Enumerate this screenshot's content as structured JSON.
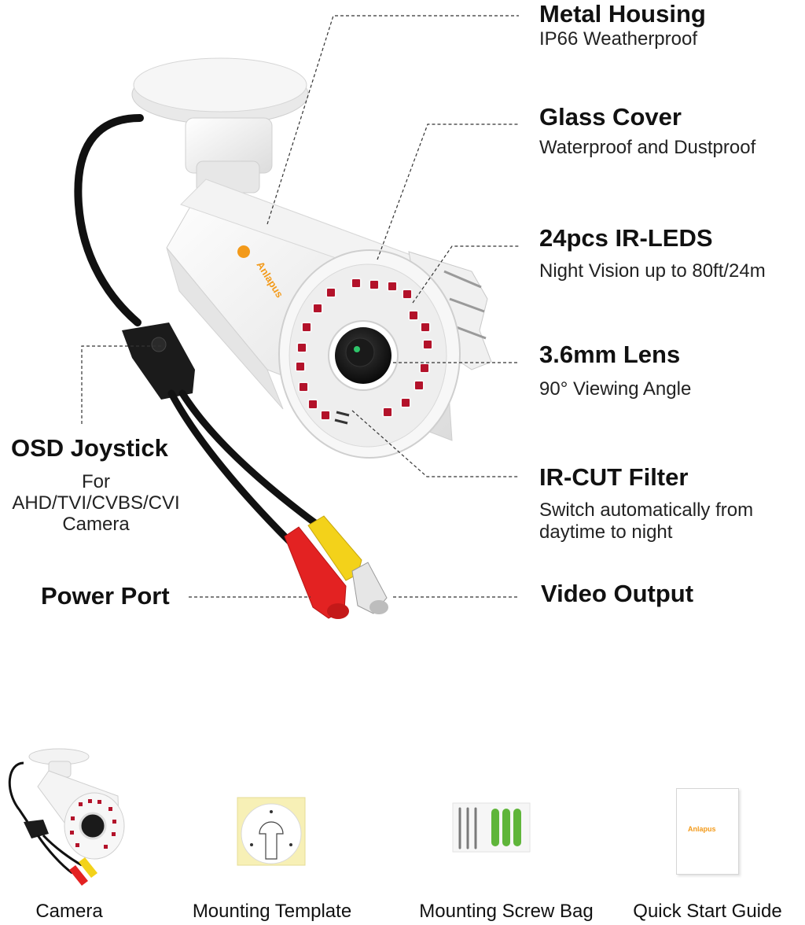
{
  "callouts": {
    "metal_housing": {
      "title": "Metal Housing",
      "sub": "IP66 Weatherproof"
    },
    "glass_cover": {
      "title": "Glass Cover",
      "sub": "Waterproof and Dustproof"
    },
    "ir_leds": {
      "title": "24pcs IR-LEDS",
      "sub": "Night Vision up to 80ft/24m"
    },
    "lens": {
      "title": "3.6mm Lens",
      "sub": "90° Viewing Angle"
    },
    "ir_cut": {
      "title": "IR-CUT Filter",
      "sub1": "Switch automatically from",
      "sub2": "daytime to night"
    },
    "video_output": {
      "title": "Video Output"
    },
    "osd_joystick": {
      "title": "OSD Joystick",
      "sub1": "For",
      "sub2": "AHD/TVI/CVBS/CVI",
      "sub3": "Camera"
    },
    "power_port": {
      "title": "Power Port"
    }
  },
  "brand": "Anlapus",
  "accessories": [
    {
      "label": "Camera"
    },
    {
      "label": "Mounting Template"
    },
    {
      "label": "Mounting Screw Bag"
    },
    {
      "label": "Quick Start Guide"
    }
  ],
  "colors": {
    "brand_orange": "#f39a1a",
    "ir_led": "#b3122a",
    "cable": "#111111",
    "power_plug": "#e32222",
    "video_plug": "#f3d21a",
    "anchor_green": "#5fb53a",
    "template_yellow": "#f7f0b6"
  }
}
